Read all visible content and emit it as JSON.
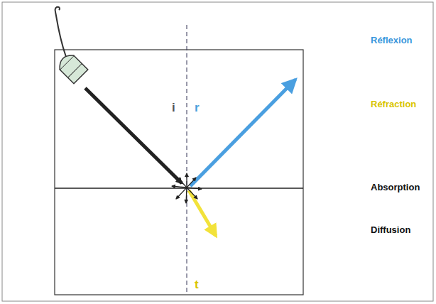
{
  "diagram": {
    "labels": [
      "Réflexion",
      "i",
      "r",
      "Réfraction",
      "Absorption",
      "Diffusion",
      "t"
    ]
  }
}
